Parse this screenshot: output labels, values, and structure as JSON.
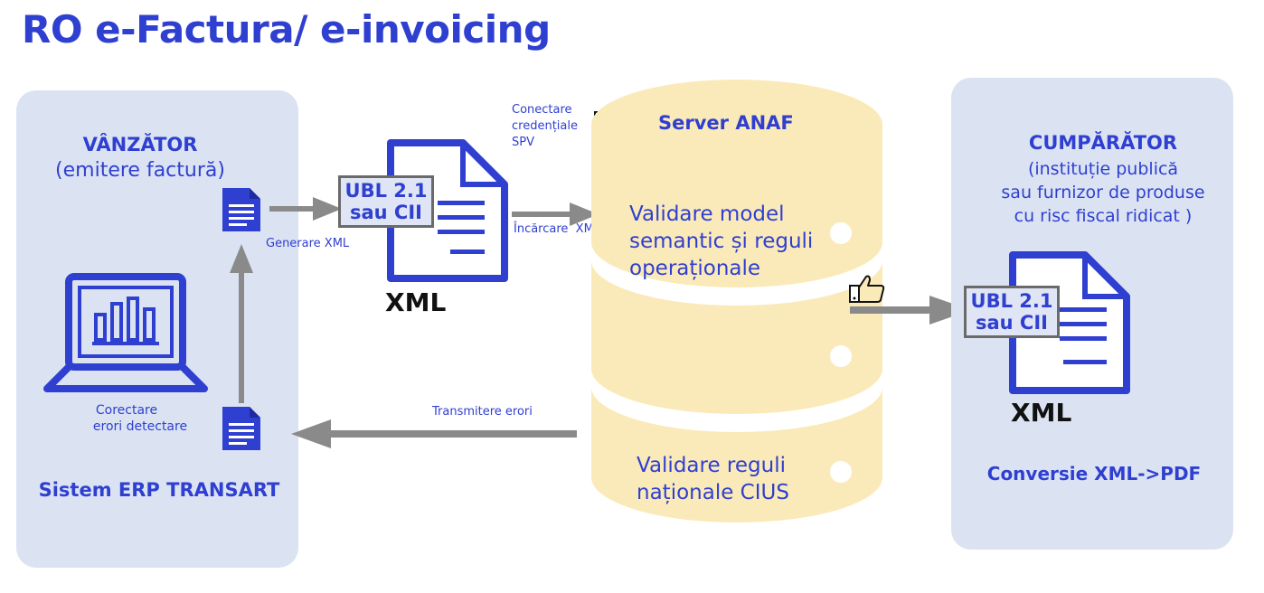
{
  "title": "RO e-Factura/ e-invoicing",
  "seller": {
    "heading": "VÂNZĂTOR",
    "subheading": "(emitere factură)",
    "system_label": "Sistem ERP TRANSART",
    "correct_label_line1": "Corectare",
    "correct_label_line2": "erori detectare"
  },
  "flow": {
    "generate_label": "Generare XML",
    "upload_label": "Încărcare  XML",
    "errors_label": "Transmitere erori",
    "credentials_line1": "Conectare",
    "credentials_line2": "credențiale",
    "credentials_line3": "SPV"
  },
  "document_left": {
    "badge_line1": "UBL 2.1",
    "badge_line2": "sau CII",
    "caption": "XML"
  },
  "server": {
    "heading": "Server ANAF",
    "validation1_line1": "Validare model",
    "validation1_line2": "semantic și reguli",
    "validation1_line3": "operaționale",
    "validation2_line1": "Validare reguli",
    "validation2_line2": "naționale CIUS"
  },
  "buyer": {
    "heading": "CUMPĂRĂTOR",
    "sub_line1": "(instituție publică",
    "sub_line2": "sau furnizor de produse",
    "sub_line3": "cu risc fiscal ridicat )",
    "conversion_label": "Conversie XML->PDF"
  },
  "document_right": {
    "badge_line1": "UBL 2.1",
    "badge_line2": "sau CII",
    "caption": "XML"
  },
  "icons": {
    "laptop": "laptop-chart-icon",
    "small_doc": "document-icon",
    "certificate": "certificate-icon",
    "thumbs_up": "thumbs-up-icon"
  },
  "colors": {
    "accent_blue": "#2f3fd0",
    "panel_bg": "#dbe3f3",
    "server_fill": "#fbeab9",
    "arrow_gray": "#8a8a8a"
  }
}
